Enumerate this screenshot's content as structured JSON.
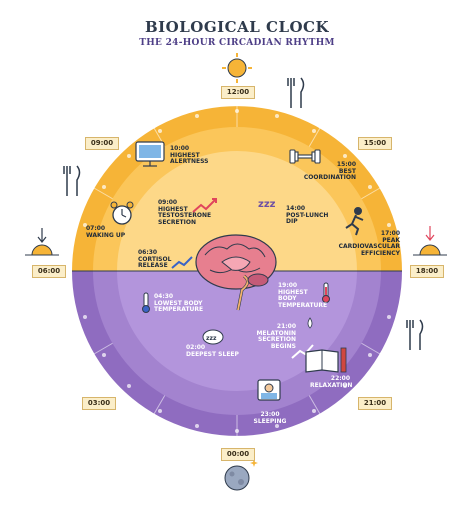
{
  "header": {
    "title": "BIOLOGICAL CLOCK",
    "subtitle": "THE 24-HOUR CIRCADIAN RHYTHM"
  },
  "hours": {
    "h1200": "12:00",
    "h0900": "09:00",
    "h1500": "15:00",
    "h0600": "06:00",
    "h1800": "18:00",
    "h0300": "03:00",
    "h2100": "21:00",
    "h0000": "00:00"
  },
  "events": {
    "alertness": {
      "time": "10:00",
      "label": "HIGHEST ALERTNESS"
    },
    "coordination": {
      "time": "15:00",
      "label": "BEST COORDINATION"
    },
    "testosterone": {
      "time": "09:00",
      "label": "HIGHEST TESTOSTERONE SECRETION"
    },
    "postlunch": {
      "time": "14:00",
      "label": "POST-LUNCH DIP"
    },
    "waking": {
      "time": "07:00",
      "label": "WAKING UP"
    },
    "cardio": {
      "time": "17:00",
      "label": "PEAK CARDIOVASCULAR EFFICIENCY"
    },
    "cortisol": {
      "time": "06:30",
      "label": "CORTISOL RELEASE"
    },
    "hightemp": {
      "time": "19:00",
      "label": "HIGHEST BODY TEMPERATURE"
    },
    "lowtemp": {
      "time": "04:30",
      "label": "LOWEST BODY TEMPERATURE"
    },
    "melatonin": {
      "time": "21:00",
      "label": "MELATONIN SECRETION BEGINS"
    },
    "deepsleep": {
      "time": "02:00",
      "label": "DEEPEST SLEEP"
    },
    "relaxation": {
      "time": "22:00",
      "label": "RELAXATION"
    },
    "sleeping": {
      "time": "23:00",
      "label": "SLEEPING"
    }
  },
  "colors": {
    "day": "#f6b437",
    "day_light": "#fbd07a",
    "night": "#8f6cc0",
    "night_light": "#b79be0",
    "night_dark": "#7b58ad",
    "outline": "#2f3b4c"
  }
}
